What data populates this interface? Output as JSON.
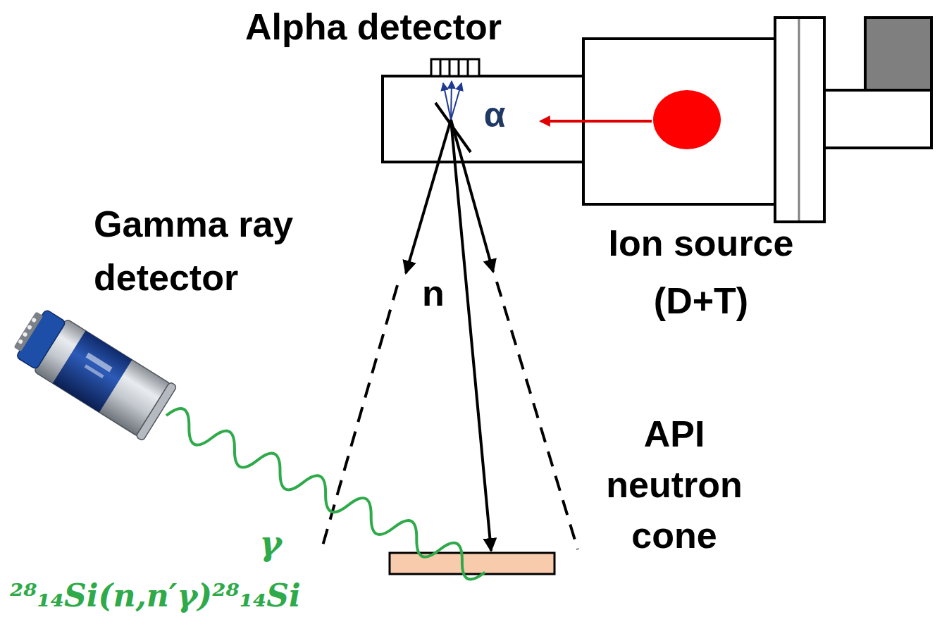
{
  "diagram": {
    "labels": [
      "Alpha detector",
      "α",
      "Gamma ray detector",
      "n",
      "Ion source (D+T)",
      "API neutron cone",
      "γ",
      "²⁸₁₄Si(n,n′γ)²⁸₁₄Si"
    ]
  }
}
